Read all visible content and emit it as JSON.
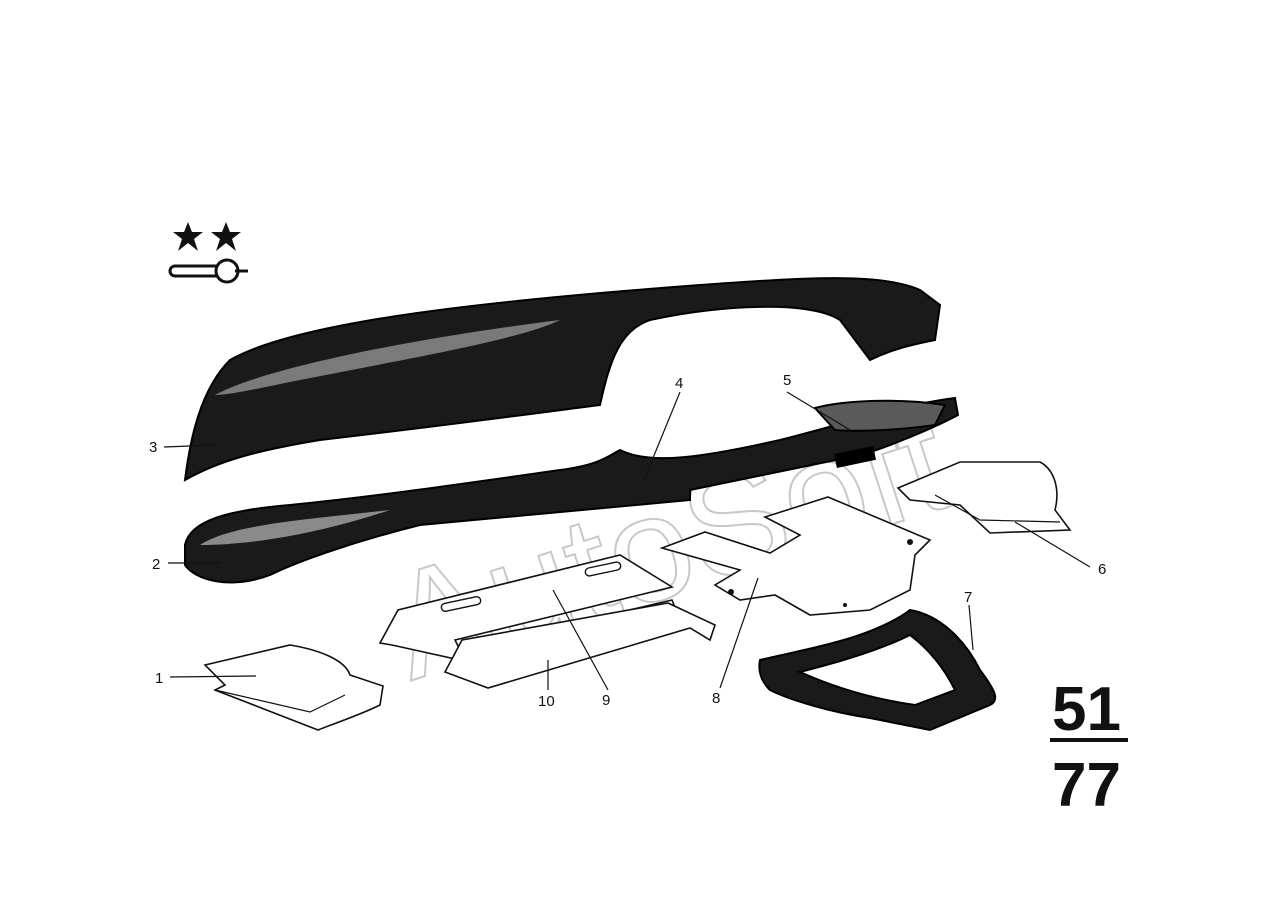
{
  "diagram": {
    "callouts": {
      "c1": "1",
      "c2": "2",
      "c3": "3",
      "c4": "4",
      "c5": "5",
      "c6": "6",
      "c7": "7",
      "c8": "8",
      "c9": "9",
      "c10": "10"
    },
    "page_number": {
      "top": "51",
      "bottom": "77"
    },
    "watermark": "AutoSoft",
    "symbols": [
      "star-icon",
      "star-icon",
      "key-icon"
    ]
  }
}
